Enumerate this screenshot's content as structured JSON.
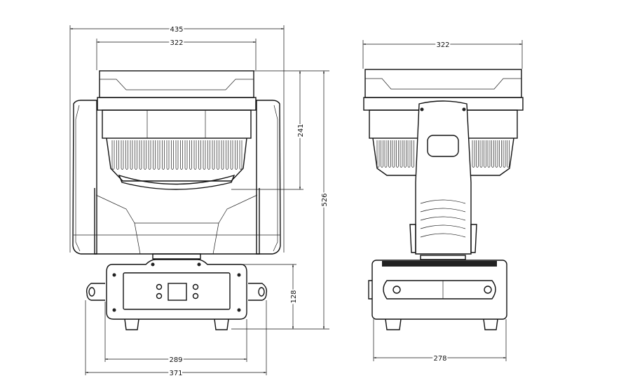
{
  "front_view": {
    "overall_width": "435",
    "head_width": "322",
    "head_height": "241",
    "overall_height": "526",
    "base_height": "128",
    "base_width": "289",
    "base_width_with_handles": "371"
  },
  "side_view": {
    "head_depth": "322",
    "base_depth": "278"
  },
  "colors": {
    "line": "#111111",
    "background": "#ffffff"
  }
}
